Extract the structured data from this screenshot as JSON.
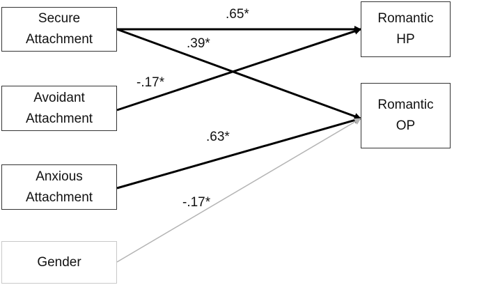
{
  "nodes": {
    "secure": {
      "line1": "Secure",
      "line2": "Attachment"
    },
    "avoidant": {
      "line1": "Avoidant",
      "line2": "Attachment"
    },
    "anxious": {
      "line1": "Anxious",
      "line2": "Attachment"
    },
    "gender": {
      "line1": "Gender"
    },
    "hp": {
      "line1": "Romantic",
      "line2": "HP"
    },
    "op": {
      "line1": "Romantic",
      "line2": "OP"
    }
  },
  "paths": {
    "secure_hp": ".65*",
    "secure_op": ".39*",
    "avoidant_hp": "-.17*",
    "anxious_op": ".63*",
    "gender_op": "-.17*"
  },
  "colors": {
    "path": "#000000",
    "nonsignificant_path": "#b4b4b4",
    "box_border": "#333333",
    "gender_box_border": "#c8c8c8"
  }
}
